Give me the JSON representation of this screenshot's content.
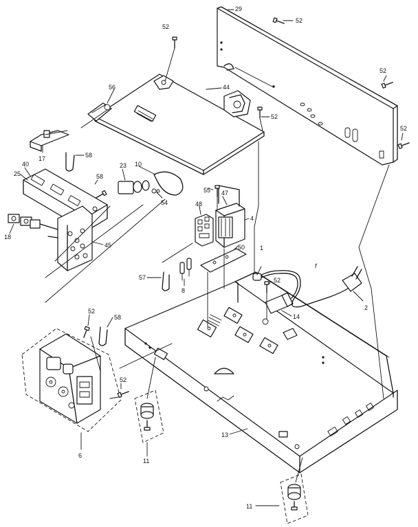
{
  "labels": {
    "l52a": "52",
    "l29": "29",
    "l52b": "52",
    "l52c": "52",
    "l56": "56",
    "l44": "44",
    "l52d": "52",
    "l52e": "52",
    "l17": "17",
    "l58a": "58",
    "l40": "40",
    "l25": "25",
    "l58b": "58",
    "l23": "23",
    "l10": "10",
    "l54": "54",
    "l55": "55",
    "l47": "47",
    "l4": "4",
    "l48": "48",
    "l18": "18",
    "l45": "45",
    "l50": "50",
    "l1": "1",
    "l52f": "52",
    "l57": "57",
    "l8": "8",
    "l2": "2",
    "l14": "14",
    "l52g": "52",
    "l58c": "58",
    "l52h": "52",
    "l13": "13",
    "l6": "6",
    "l11a": "11",
    "l11b": "11",
    "lf": "f"
  }
}
